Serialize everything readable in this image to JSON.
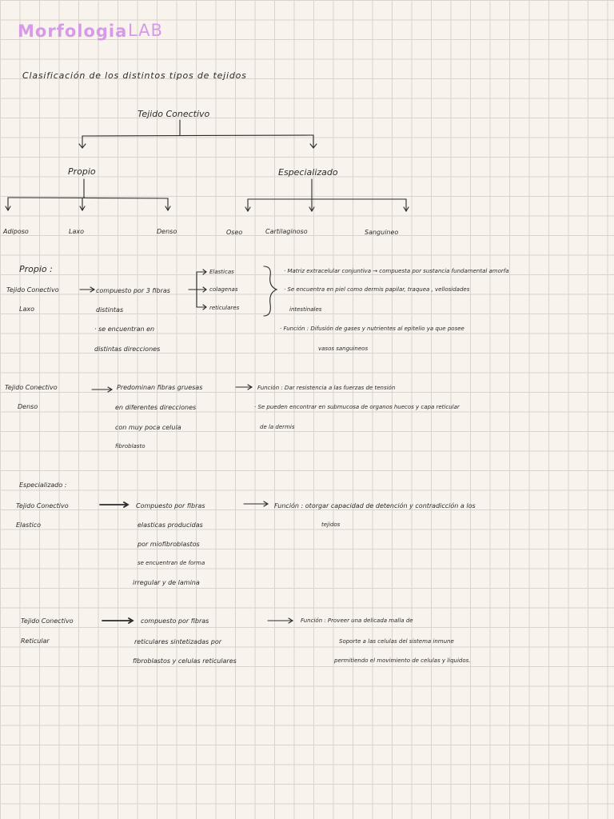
{
  "title": {
    "main": "Morfologia",
    "lab": "LAB"
  },
  "heading": "Clasificación de los distintos tipos de tejidos",
  "tree": {
    "root": "Tejido Conectivo",
    "branches": [
      {
        "label": "Propio",
        "children": [
          "Adiposo",
          "Laxo",
          "Denso"
        ]
      },
      {
        "label": "Especializado",
        "children": [
          "Oseo",
          "Cartilaginoso",
          "Sanguineo"
        ]
      }
    ]
  },
  "propio": {
    "heading": "Propio :",
    "laxo": {
      "name_1": "Tejido Conectivo",
      "name_2": "Laxo",
      "desc": [
        "compuesto por 3 fibras",
        "distintas",
        "· se encuentran en",
        "distintas direcciones"
      ],
      "fibers": [
        "Elasticas",
        "colagenas",
        "reticulares"
      ],
      "notes": [
        "· Matriz extracelular conjuntiva → compuesta por sustancia fundamental amorfa",
        "· Se encuentra en piel como dermis papilar, traquea , vellosidades",
        "intestinales",
        "· Función : Difusión de gases y nutrientes al epitelio ya que posee",
        "vasos sanguineos"
      ]
    },
    "denso": {
      "name_1": "Tejido Conectivo",
      "name_2": "Denso",
      "desc": [
        "Predominan fibras gruesas",
        "en diferentes direcciones",
        "con muy poca celula",
        "fibroblasto"
      ],
      "notes": [
        "Función : Dar resistencia a las fuerzas de tensión",
        "· Se pueden encontrar en submucosa de organos huecos y capa reticular",
        "de la dermis"
      ]
    }
  },
  "especializado": {
    "heading": "Especializado :",
    "elastico": {
      "name_1": "Tejido Conectivo",
      "name_2": "Elastico",
      "desc": [
        "Compuesto por fibras",
        "elasticas producidas",
        "por miofibroblastos",
        "se encuentran de forma",
        "irregular y de lamina"
      ],
      "notes": [
        "Función : otorgar capacidad de detención y contradicción a los",
        "tejidos"
      ]
    },
    "reticular": {
      "name_1": "Tejido Conectivo",
      "name_2": "Reticular",
      "desc": [
        "compuesto por fibras",
        "reticulares sintetizadas por",
        "fibroblastos y celulas reticulares"
      ],
      "notes": [
        "Función : Proveer una delicada malla de",
        "Soporte a las celulas del sistema inmune",
        "permitiendo el movimiento de celulas y liquidos."
      ]
    }
  }
}
